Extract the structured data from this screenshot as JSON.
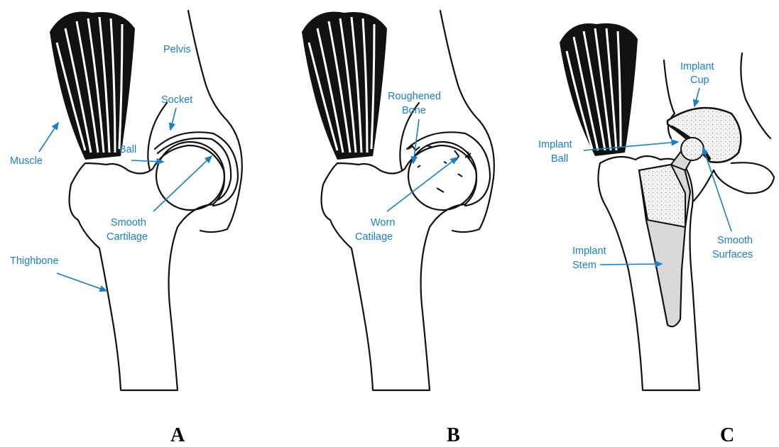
{
  "panels": [
    {
      "letter": "A",
      "labels": {
        "pelvis": "Pelvis",
        "socket": "Socket",
        "muscle": "Muscle",
        "ball": "Ball",
        "smooth_cartilage_1": "Smooth",
        "smooth_cartilage_2": "Cartilage",
        "thighbone": "Thighbone"
      }
    },
    {
      "letter": "B",
      "labels": {
        "roughened_bone_1": "Roughened",
        "roughened_bone_2": "Bone",
        "worn_catilage_1": "Worn",
        "worn_catilage_2": "Catilage"
      }
    },
    {
      "letter": "C",
      "labels": {
        "implant_cup_1": "Implant",
        "implant_cup_2": "Cup",
        "implant_ball_1": "Implant",
        "implant_ball_2": "Ball",
        "smooth_surfaces_1": "Smooth",
        "smooth_surfaces_2": "Surfaces",
        "implant_stem_1": "Implant",
        "implant_stem_2": "Stem"
      }
    }
  ],
  "colors": {
    "label": "#1a7fc4",
    "line": "#111111",
    "implant_fill": "#d9d9d9"
  }
}
